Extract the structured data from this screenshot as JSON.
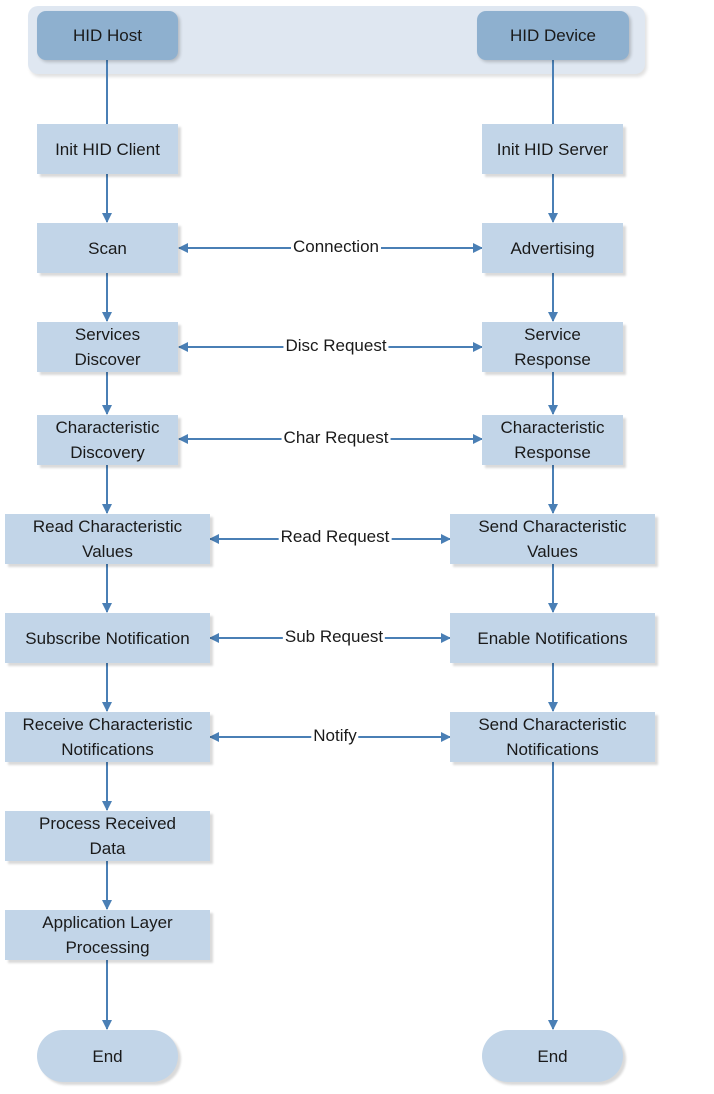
{
  "lanes": {
    "host": "HID Host",
    "device": "HID Device"
  },
  "host_steps": {
    "init": "Init HID Client",
    "scan": "Scan",
    "services": [
      "Services",
      "Discover"
    ],
    "char_disc": [
      "Characteristic",
      "Discovery"
    ],
    "read": [
      "Read Characteristic",
      "Values"
    ],
    "subscribe": "Subscribe Notification",
    "receive": [
      "Receive Characteristic",
      "Notifications"
    ],
    "process": [
      "Process Received",
      "Data"
    ],
    "app": [
      "Application Layer",
      "Processing"
    ],
    "end": "End"
  },
  "device_steps": {
    "init": "Init HID Server",
    "advertising": "Advertising",
    "service": [
      "Service",
      "Response"
    ],
    "char_resp": [
      "Characteristic",
      "Response"
    ],
    "send_values": [
      "Send Characteristic",
      "Values"
    ],
    "enable": "Enable Notifications",
    "send_notif": [
      "Send Characteristic",
      "Notifications"
    ],
    "end": "End"
  },
  "messages": {
    "connection": "Connection",
    "disc": "Disc Request",
    "char": "Char Request",
    "read": "Read Request",
    "sub": "Sub Request",
    "notify": "Notify"
  },
  "colors": {
    "line": "#4a7fb5",
    "box": "#c2d5e8",
    "header": "#8eb0cf",
    "lane": "#dfe7f1"
  }
}
